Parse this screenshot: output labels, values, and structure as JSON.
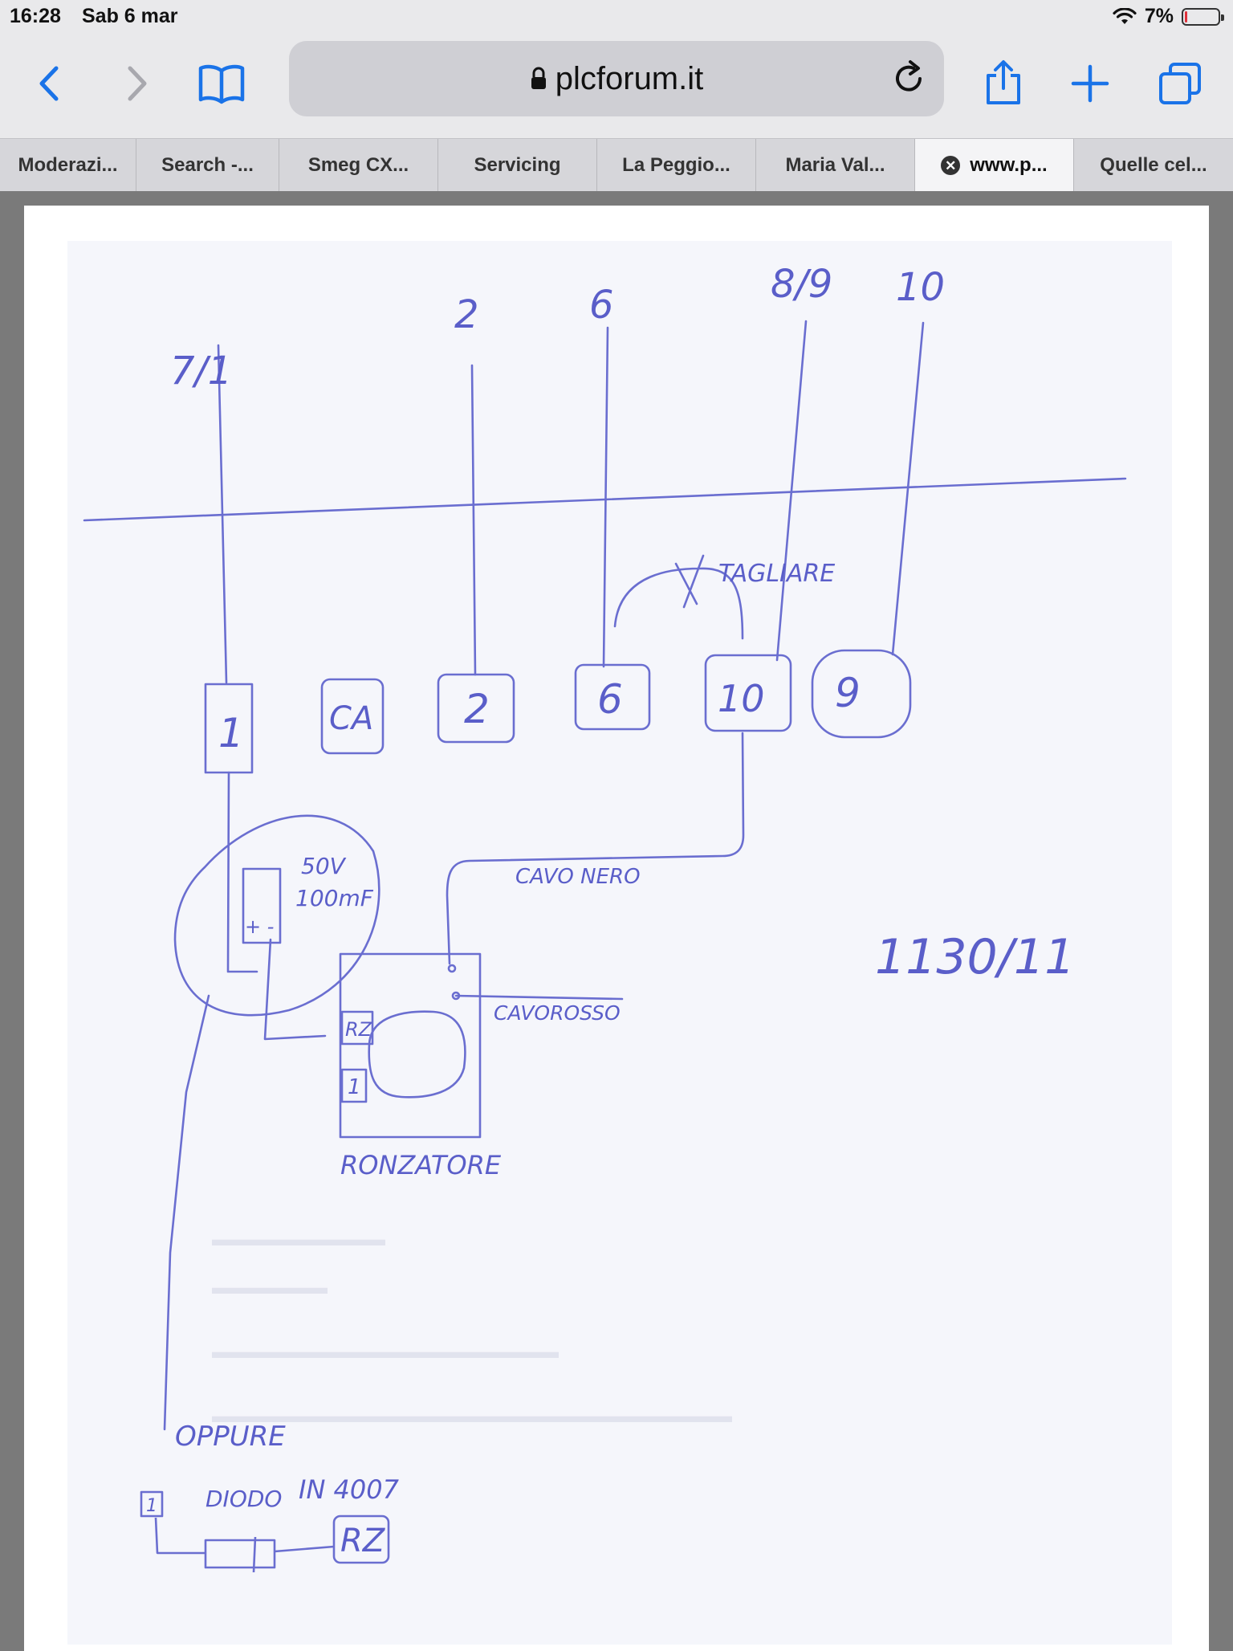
{
  "status_bar": {
    "time": "16:28",
    "date": "Sab 6 mar",
    "battery_percent": "7%",
    "battery_level": 0.07
  },
  "toolbar": {
    "url": "plcforum.it"
  },
  "tabs": [
    {
      "label": "Moderazi...",
      "active": false
    },
    {
      "label": "Search -...",
      "active": false
    },
    {
      "label": "Smeg CX...",
      "active": false
    },
    {
      "label": "Servicing",
      "active": false
    },
    {
      "label": "La Peggio...",
      "active": false
    },
    {
      "label": "Maria Val...",
      "active": false
    },
    {
      "label": "www.p...",
      "active": true
    },
    {
      "label": "Quelle cel...",
      "active": false
    }
  ],
  "sketch": {
    "top_labels": [
      "7/1",
      "2",
      "6",
      "8/9",
      "10"
    ],
    "boxes": [
      "1",
      "CA",
      "2",
      "6",
      "10",
      "9"
    ],
    "cut_note": "TAGLIARE",
    "capacitor_voltage": "50V",
    "capacitor_value": "100mF",
    "capacitor_polarity": "+ -",
    "black_wire": "CAVO NERO",
    "red_wire": "CAVOROSSO",
    "buzzer_terminal_rz": "RZ",
    "buzzer_terminal_1": "1",
    "buzzer_label": "RONZATORE",
    "code": "1130/11",
    "alternative_label": "OPPURE",
    "diode_label": "DIODO",
    "diode_part": "IN 4007",
    "alt_terminal_1": "1",
    "alt_terminal_rz": "RZ"
  },
  "colors": {
    "ink": "#5a5ec9",
    "link_blue": "#1a73e8"
  }
}
